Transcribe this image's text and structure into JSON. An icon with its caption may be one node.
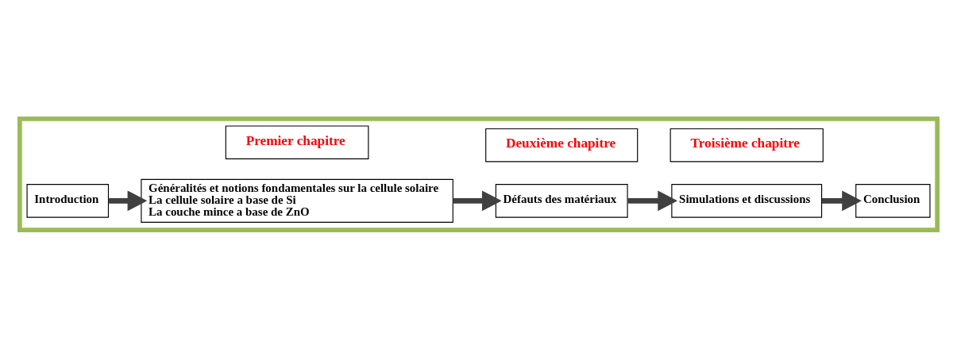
{
  "diagram": {
    "nodes": [
      {
        "text": [],
        "shape": "arrow"
      },
      {
        "text": [
          "Premier chapitre"
        ],
        "in": 0
      },
      {
        "text": [
          "Deuxième chapitre"
        ],
        "in": 0
      },
      {
        "text": [
          "Troisième chapitre"
        ],
        "in": 0
      },
      {
        "text": [
          "Introduction"
        ],
        "in": 0
      },
      {
        "text": [
          "Généralités et notions fondamentales sur la cellule solaire",
          "La cellule solaire a base de Si",
          "La couche mince a base de ZnO"
        ],
        "in": 0
      },
      {
        "text": [
          "Défauts des matériaux"
        ],
        "in": 0
      },
      {
        "text": [
          "Simulations et discussions"
        ],
        "in": 0
      },
      {
        "text": [
          "Conclusion"
        ],
        "in": 0
      }
    ],
    "edges": [
      {
        "from": 4,
        "to": 5,
        "arrow": "to"
      },
      {
        "from": 5,
        "to": 6,
        "arrow": "to"
      },
      {
        "from": 6,
        "to": 7,
        "arrow": "to"
      },
      {
        "from": 7,
        "to": 8,
        "arrow": "to"
      }
    ]
  }
}
